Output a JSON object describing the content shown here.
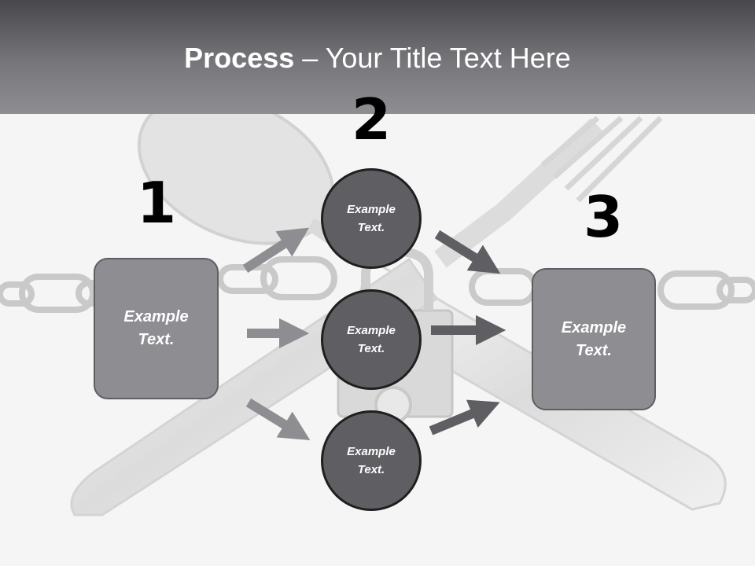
{
  "title": {
    "strong": "Process",
    "rest": " – Your Title Text Here"
  },
  "steps": [
    "1",
    "2",
    "3"
  ],
  "left_box": {
    "line1": "Example",
    "line2": "Text."
  },
  "circles": [
    {
      "line1": "Example",
      "line2": "Text."
    },
    {
      "line1": "Example",
      "line2": "Text."
    },
    {
      "line1": "Example",
      "line2": "Text."
    }
  ],
  "right_box": {
    "line1": "Example",
    "line2": "Text."
  },
  "colors": {
    "header": "#77767a",
    "box_fill": "#8e8d91",
    "circle_fill": "#5f5f63",
    "arrow_light": "#8e8d91",
    "arrow_dark": "#5f5f63"
  }
}
